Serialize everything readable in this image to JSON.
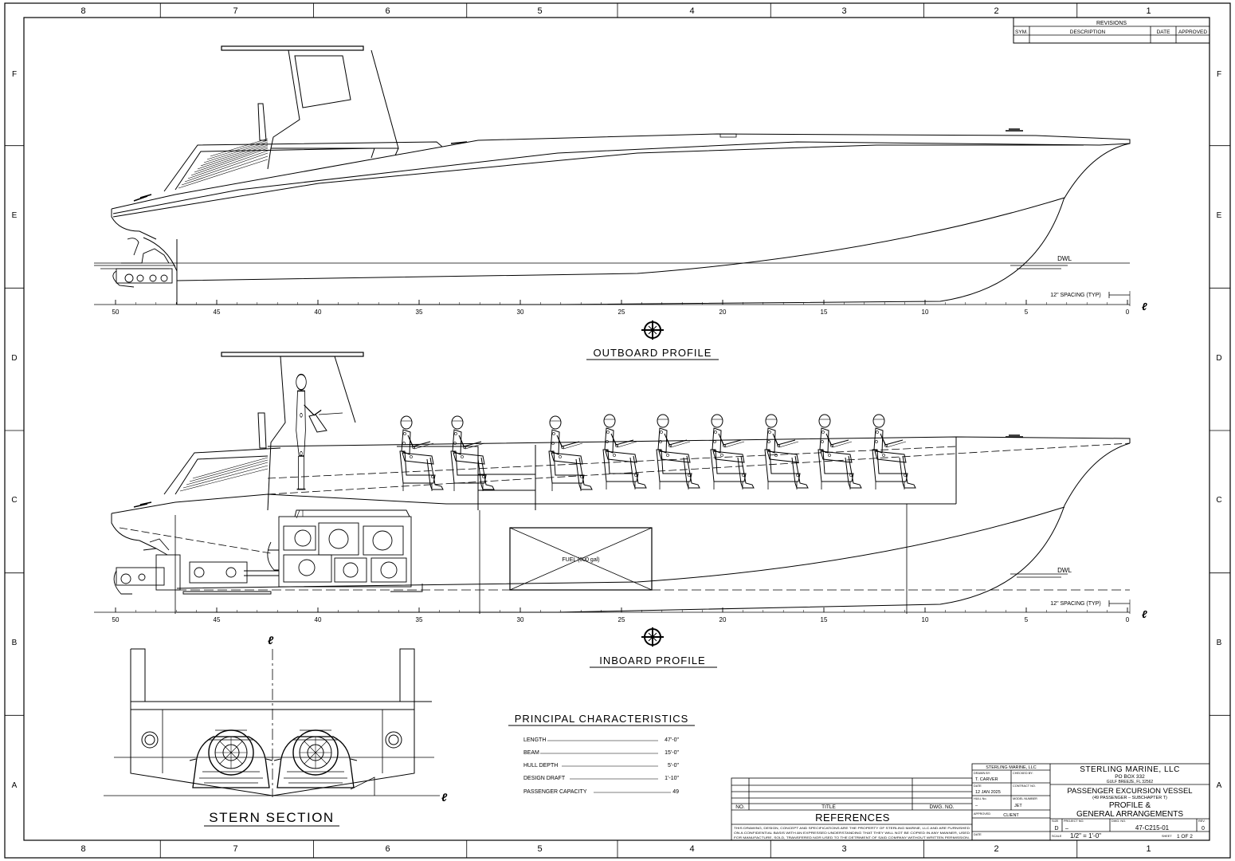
{
  "zone_columns": [
    "8",
    "7",
    "6",
    "5",
    "4",
    "3",
    "2",
    "1"
  ],
  "zone_rows": [
    "F",
    "E",
    "D",
    "C",
    "B",
    "A"
  ],
  "revisions": {
    "title": "REVISIONS",
    "headers": [
      "SYM.",
      "DESCRIPTION",
      "DATE",
      "APPROVED"
    ]
  },
  "outboard": {
    "title": "OUTBOARD PROFILE",
    "dwl": "DWL",
    "spacing": "12\" SPACING (TYP)",
    "stations": [
      "50",
      "45",
      "40",
      "35",
      "30",
      "25",
      "20",
      "15",
      "10",
      "5",
      "0"
    ]
  },
  "inboard": {
    "title": "INBOARD PROFILE",
    "dwl": "DWL",
    "spacing": "12\" SPACING (TYP)",
    "fuel": "FUEL (600 gal)",
    "stations": [
      "50",
      "45",
      "40",
      "35",
      "30",
      "25",
      "20",
      "15",
      "10",
      "5",
      "0"
    ]
  },
  "stern_section": {
    "title": "STERN SECTION"
  },
  "principal": {
    "title": "PRINCIPAL CHARACTERISTICS",
    "rows": [
      {
        "label": "LENGTH",
        "value": "47'-0\""
      },
      {
        "label": "BEAM",
        "value": "15'-0\""
      },
      {
        "label": "HULL DEPTH",
        "value": "5'-0\""
      },
      {
        "label": "DESIGN DRAFT",
        "value": "1'-10\""
      },
      {
        "label": "PASSENGER CAPACITY",
        "value": "49"
      }
    ]
  },
  "references": {
    "title": "REFERENCES",
    "col_no": "NO.",
    "col_title": "TITLE",
    "col_dwg": "DWG. NO.",
    "notice": [
      "THIS DRAWING, DESIGN, CONCEPT AND SPECIFICATIONS ARE THE PROPERTY OF STERLING MARINE, LLC AND ARE FURNISHED",
      "ON A CONFIDENTIAL BASIS WITH AN EXPRESSED UNDERSTANDING THAT THEY WILL NOT BE COPIED IN ANY MANNER, USED",
      "FOR MANUFACTURE, SOLD, TRANSFERED NOR USED TO THE DETRIMENT OF SAID COMPANY WITHOUT WRITTEN PERMISSION."
    ]
  },
  "title_block": {
    "company_small": "STERLING MARINE, LLC",
    "drawn_by_label": "DRAWN BY:",
    "drawn_by": "T. CARVER",
    "checked_by_label": "CHECKED BY:",
    "date_label": "DATE",
    "date": "12 JAN 2025",
    "contract_label": "CONTRACT NO.",
    "hull_label": "HULL No.",
    "hull": "–",
    "model_label": "MODEL NUMBER",
    "model": "JET",
    "approved_label": "APPROVED",
    "client_label": "CLIENT",
    "date2_label": "DATE",
    "company": "STERLING MARINE, LLC",
    "po_box": "PO BOX 332",
    "city": "GULF BREEZE, FL 32562",
    "vessel": "PASSENGER EXCURSION VESSEL",
    "vessel_sub": "(49 PASSENGER – SUBCHAPTER T)",
    "dwg_title_1": "PROFILE &",
    "dwg_title_2": "GENERAL ARRANGEMENTS",
    "size_label": "SIZE",
    "size": "D",
    "project_label": "PROJECT NO.",
    "project": "–",
    "dwg_no_label": "DWG. NO.",
    "dwg_no": "47-C215-01",
    "rev_label": "REV.",
    "rev": "0",
    "scale_label": "SCALE",
    "scale": "1/2\" = 1'-0\"",
    "sheet_label": "SHEET",
    "sheet": "1 OF 2"
  }
}
